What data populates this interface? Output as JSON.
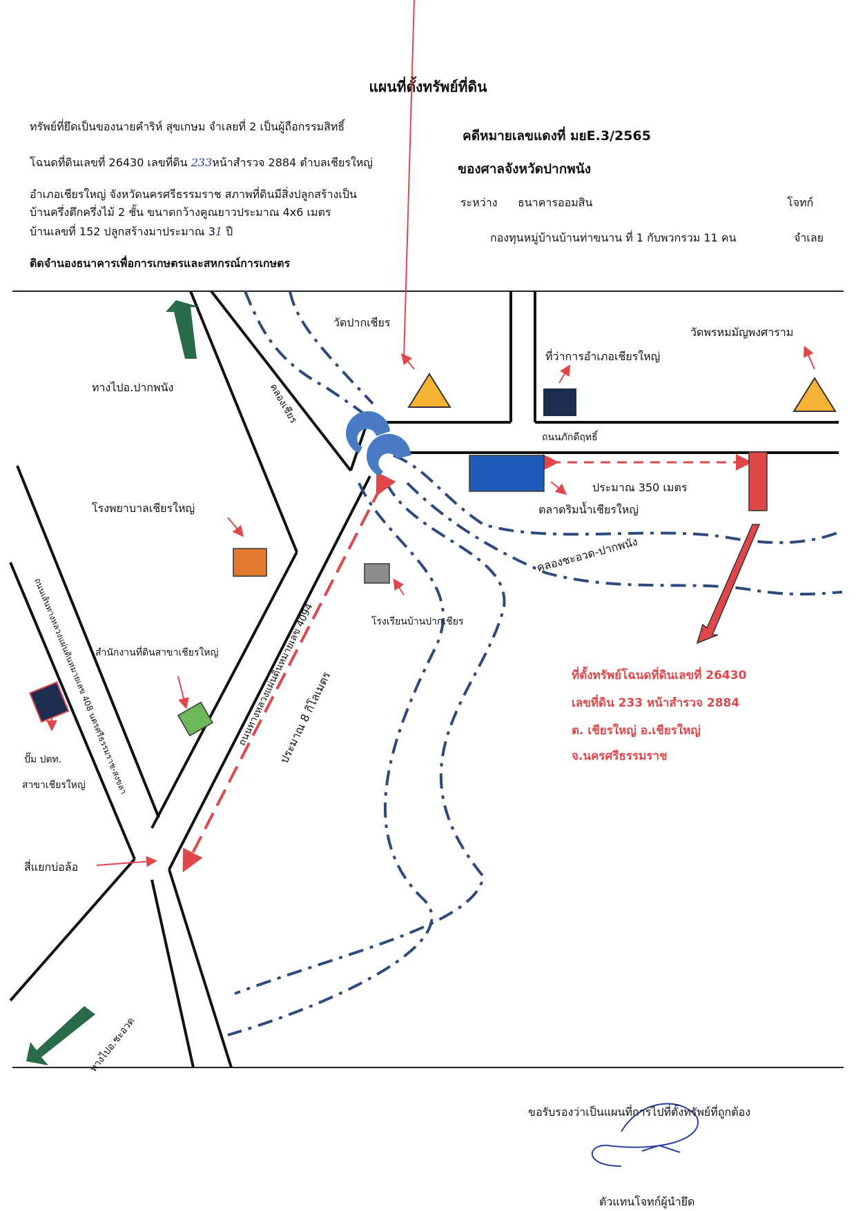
{
  "title": "แผนที่ตั้งทรัพย์ที่ดิน",
  "property_info": {
    "line1": "ทรัพย์ที่ยึดเป็นของนายคำริห์ สุขเกษม จำเลยที่ 2 เป็นผู้ถือกรรมสิทธิ์",
    "line2_prefix": "โฉนดที่ดินเลขที่ 26430 เลขที่ดิน ",
    "line2_hand": "233",
    "line2_suffix": "หน้าสำรวจ 2884 ตำบลเชียรใหญ่",
    "line3": "อำเภอเชียรใหญ่ จังหวัดนครศรีธรรมราช สภาพที่ดินมีสิ่งปลูกสร้างเป็น",
    "line4": "บ้านครึ่งตึกครึ่งไม้ 2 ชั้น ขนาดกว้างคูณยาวประมาณ 4x6 เมตร",
    "line5_prefix": "บ้านเลขที่ 152 ปลูกสร้างมาประมาณ 3",
    "line5_hand": "1",
    "line5_suffix": " ปี",
    "line6": "ติดจำนองธนาคารเพื่อการเกษตรและสหกรณ์การเกษตร"
  },
  "case": {
    "number": "คดีหมายเลขแดงที่ มยE.3/2565",
    "court": "ของศาลจังหวัดปากพนัง",
    "between_label": "ระหว่าง",
    "plaintiff": "ธนาคารออมสิน",
    "plaintiff_role": "โจทก์",
    "defendant": "กองทุนหมู่บ้านบ้านท่าขนาน ที่ 1 กับพวกรวม 11 คน",
    "defendant_role": "จำเลย"
  },
  "map_labels": {
    "wat_pak_chian": "วัดปากเชียร",
    "khlong_chian": "คลองเชียร",
    "district_office": "ที่ว่าการอำเภอเชียรใหญ่",
    "wat_phrom": "วัดพรหมมัญพงศาราม",
    "to_pak_phanang": "ทางไปอ.ปากพนัง",
    "road_phakdi": "ถนนภักดีฤทธิ์",
    "approx_350": "ประมาณ 350 เมตร",
    "market": "ตลาดริมน้ำเชียรใหญ่",
    "hospital": "โรงพยาบาลเชียรใหญ่",
    "khlong_chaouat": "คลองชะอวด-ปากพนัง",
    "school": "โรงเรียนบ้านปากเชียร",
    "land_office": "สำนักงานที่ดินสาขาเชียรใหญ่",
    "highway_4094": "ถนนทางหลวงแผ่นดินหมายเลข 4094",
    "highway_408": "ถนนเส้นทางหลวงแผ่นดินหมายเลข 408 นครศรีธรรมราช-สงขลา",
    "approx_8km": "ประมาณ 8 กิโลเมตร",
    "gas_station_1": "ปั๊ม ปตท.",
    "gas_station_2": "สาขาเชียรใหญ่",
    "intersection": "สี่แยกบ่อล้อ",
    "to_chaouat": "ทางไปอ.ชะอวด"
  },
  "property_location": {
    "line1": "ที่ตั้งทรัพย์โฉนดที่ดินเลขที่ 26430",
    "line2": "เลขที่ดิน 233 หน้าสำรวจ 2884",
    "line3": "ต. เชียรใหญ่     อ.เชียรใหญ่",
    "line4": "จ.นครศรีธรรมราช"
  },
  "certification": {
    "statement": "ขอรับรองว่าเป็นแผนที่การไปที่ตั้งทรัพย์ที่ถูกต้อง",
    "signer": "ตัวแทนโจทก์ผู้นำยึด"
  },
  "colors": {
    "accent_red": "#e0474a",
    "road_blue": "#2e4a7d",
    "blue_block": "#1f5bb8",
    "green_arrow": "#2a6b4a",
    "triangle_fill": "#f5b234",
    "hospital_orange": "#e07a2f",
    "land_office_green": "#6fb85a",
    "school_gray": "#8c8c8c",
    "office_navy": "#1d2d4f",
    "curve_blue": "#4a7bc4"
  }
}
